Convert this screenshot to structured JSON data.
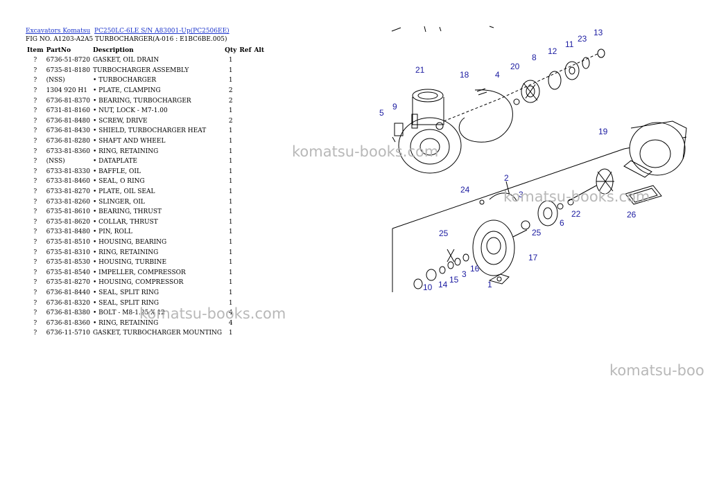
{
  "breadcrumb": {
    "links": [
      "Excavators Komatsu",
      "PC250LC-6LE S/N A83001-Up(PC2506EE)"
    ]
  },
  "figure": {
    "caption": "FIG NO. A1203-A2A5 TURBOCHARGER(A-016 : E1BC6BE.005)"
  },
  "table": {
    "headers": [
      "Item",
      "PartNo",
      "Description",
      "Qty",
      "Ref",
      "Alt"
    ],
    "rows": [
      {
        "item": "?",
        "part": "6736-51-8720",
        "desc": "GASKET, OIL DRAIN",
        "qty": "1"
      },
      {
        "item": "?",
        "part": "6735-81-8180",
        "desc": "TURBOCHARGER ASSEMBLY",
        "qty": "1"
      },
      {
        "item": "?",
        "part": "(NSS)",
        "desc": "• TURBOCHARGER",
        "qty": "1"
      },
      {
        "item": "?",
        "part": "1304 920 H1",
        "desc": "• PLATE, CLAMPING",
        "qty": "2"
      },
      {
        "item": "?",
        "part": "6736-81-8370",
        "desc": "• BEARING, TURBOCHARGER",
        "qty": "2"
      },
      {
        "item": "?",
        "part": "6731-81-8160",
        "desc": "• NUT, LOCK - M7-1.00",
        "qty": "1"
      },
      {
        "item": "?",
        "part": "6736-81-8480",
        "desc": "• SCREW, DRIVE",
        "qty": "2"
      },
      {
        "item": "?",
        "part": "6736-81-8430",
        "desc": "• SHIELD, TURBOCHARGER HEAT",
        "qty": "1"
      },
      {
        "item": "?",
        "part": "6736-81-8280",
        "desc": "• SHAFT AND WHEEL",
        "qty": "1"
      },
      {
        "item": "?",
        "part": "6733-81-8360",
        "desc": "• RING, RETAINING",
        "qty": "1"
      },
      {
        "item": "?",
        "part": "(NSS)",
        "desc": "• DATAPLATE",
        "qty": "1"
      },
      {
        "item": "?",
        "part": "6733-81-8330",
        "desc": "• BAFFLE, OIL",
        "qty": "1"
      },
      {
        "item": "?",
        "part": "6733-81-8460",
        "desc": "• SEAL, O RING",
        "qty": "1"
      },
      {
        "item": "?",
        "part": "6733-81-8270",
        "desc": "• PLATE, OIL SEAL",
        "qty": "1"
      },
      {
        "item": "?",
        "part": "6733-81-8260",
        "desc": "• SLINGER, OIL",
        "qty": "1"
      },
      {
        "item": "?",
        "part": "6735-81-8610",
        "desc": "• BEARING, THRUST",
        "qty": "1"
      },
      {
        "item": "?",
        "part": "6735-81-8620",
        "desc": "• COLLAR, THRUST",
        "qty": "1"
      },
      {
        "item": "?",
        "part": "6733-81-8480",
        "desc": "• PIN, ROLL",
        "qty": "1"
      },
      {
        "item": "?",
        "part": "6735-81-8510",
        "desc": "• HOUSING, BEARING",
        "qty": "1"
      },
      {
        "item": "?",
        "part": "6735-81-8310",
        "desc": "• RING, RETAINING",
        "qty": "1"
      },
      {
        "item": "?",
        "part": "6735-81-8530",
        "desc": "• HOUSING, TURBINE",
        "qty": "1"
      },
      {
        "item": "?",
        "part": "6735-81-8540",
        "desc": "• IMPELLER, COMPRESSOR",
        "qty": "1"
      },
      {
        "item": "?",
        "part": "6735-81-8270",
        "desc": "• HOUSING, COMPRESSOR",
        "qty": "1"
      },
      {
        "item": "?",
        "part": "6736-81-8440",
        "desc": "• SEAL, SPLIT RING",
        "qty": "1"
      },
      {
        "item": "?",
        "part": "6736-81-8320",
        "desc": "• SEAL, SPLIT RING",
        "qty": "1"
      },
      {
        "item": "?",
        "part": "6736-81-8380",
        "desc": "• BOLT - M8-1.25 X 12",
        "qty": "4"
      },
      {
        "item": "?",
        "part": "6736-81-8360",
        "desc": "• RING, RETAINING",
        "qty": "4"
      },
      {
        "item": "?",
        "part": "6736-11-5710",
        "desc": "GASKET, TURBOCHARGER MOUNTING",
        "qty": "1"
      }
    ]
  },
  "diagram": {
    "callouts": [
      "1",
      "2",
      "3",
      "3",
      "4",
      "5",
      "6",
      "8",
      "9",
      "10",
      "11",
      "12",
      "13",
      "14",
      "15",
      "16",
      "17",
      "18",
      "19",
      "20",
      "21",
      "22",
      "23",
      "24",
      "25",
      "25",
      "26"
    ],
    "line_color": "#000000",
    "label_color": "#1a1aa0"
  },
  "watermarks": [
    "komatsu-books.com",
    "komatsu-books.com",
    "komatsu-books.com",
    "komatsu-boo"
  ]
}
